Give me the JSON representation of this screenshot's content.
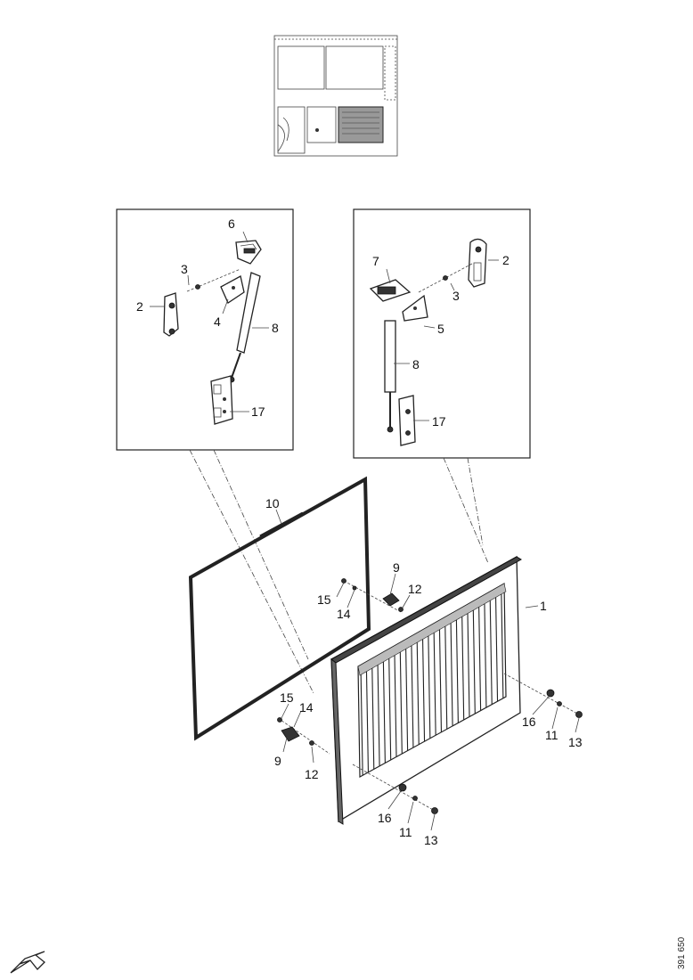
{
  "callouts": {
    "left_detail": {
      "c6": "6",
      "c3": "3",
      "c2": "2",
      "c4": "4",
      "c8": "8",
      "c17": "17"
    },
    "right_detail": {
      "c7": "7",
      "c2": "2",
      "c3": "3",
      "c5": "5",
      "c8": "8",
      "c17": "17"
    },
    "main": {
      "c10": "10",
      "c1": "1",
      "c9a": "9",
      "c12a": "12",
      "c15a": "15",
      "c14a": "14",
      "c15b": "15",
      "c14b": "14",
      "c9b": "9",
      "c12b": "12",
      "c16a": "16",
      "c11a": "11",
      "c13a": "13",
      "c16b": "16",
      "c11b": "11",
      "c13b": "13"
    }
  },
  "drawing_code": "391 650",
  "icons": {
    "direction_arrow": "forward-arrow-icon"
  }
}
